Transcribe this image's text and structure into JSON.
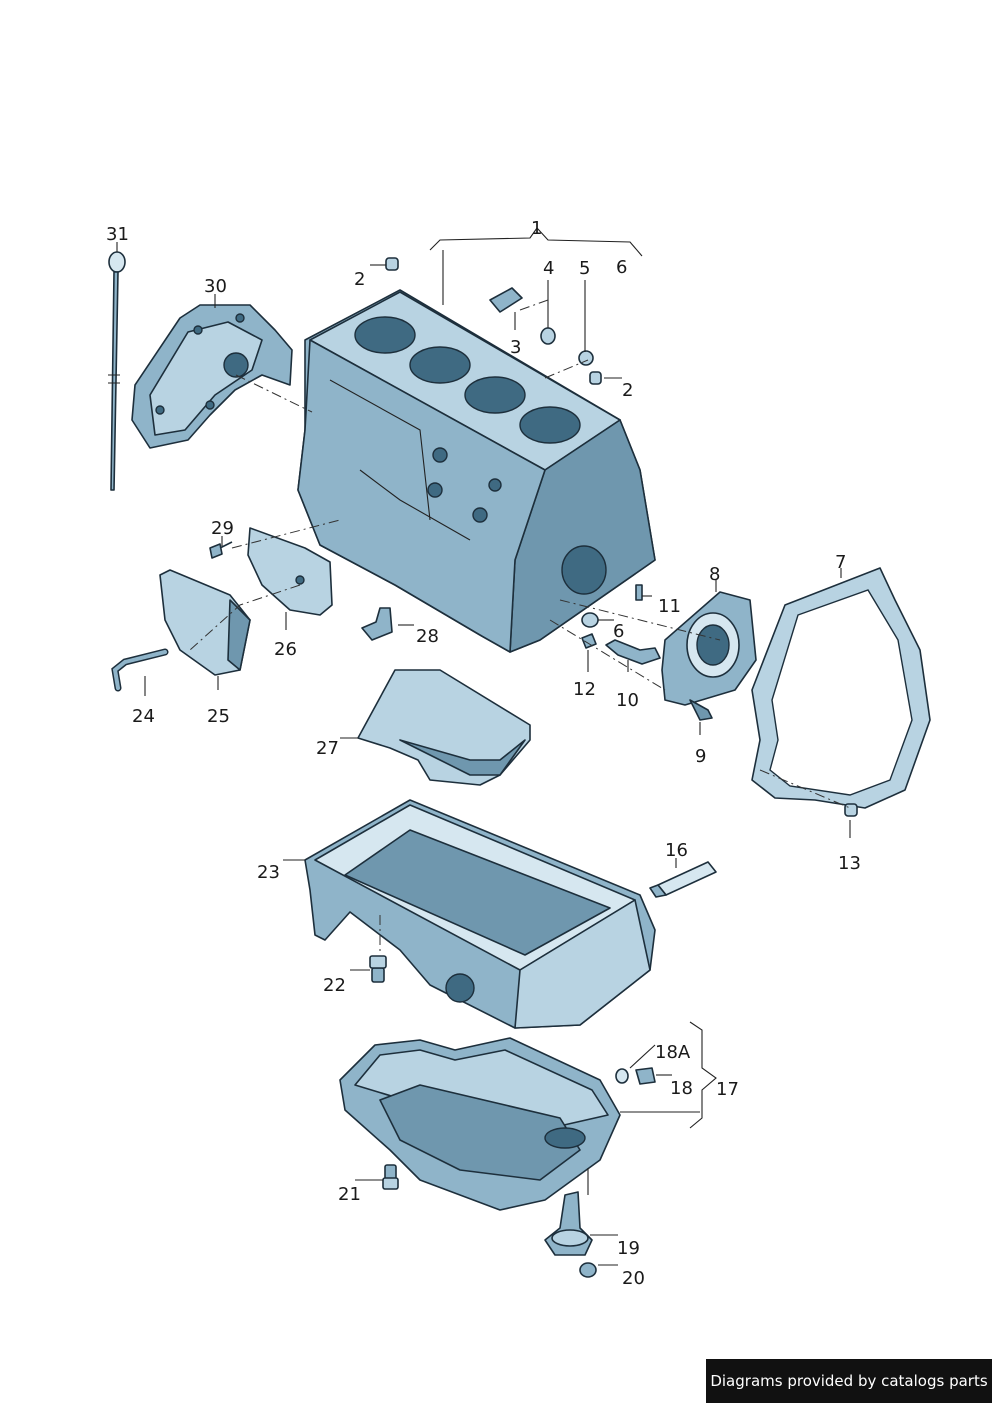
{
  "callouts": {
    "c1": "1",
    "c2a": "2",
    "c2b": "2",
    "c3": "3",
    "c4": "4",
    "c5": "5",
    "c6a": "6",
    "c6b": "6",
    "c7": "7",
    "c8": "8",
    "c9": "9",
    "c10": "10",
    "c11": "11",
    "c12": "12",
    "c13": "13",
    "c16": "16",
    "c17": "17",
    "c18": "18",
    "c18a": "18A",
    "c19": "19",
    "c20": "20",
    "c21": "21",
    "c22": "22",
    "c23": "23",
    "c24": "24",
    "c25": "25",
    "c26": "26",
    "c27": "27",
    "c28": "28",
    "c29": "29",
    "c30": "30",
    "c31": "31"
  },
  "footer": {
    "credit": "Diagrams provided by catalogs parts"
  },
  "colors": {
    "part_light": "#b8d3e2",
    "part_mid": "#8fb4c9",
    "part_dark": "#6f97ae",
    "outline": "#1d2f3c",
    "footer_bg": "#111111"
  }
}
